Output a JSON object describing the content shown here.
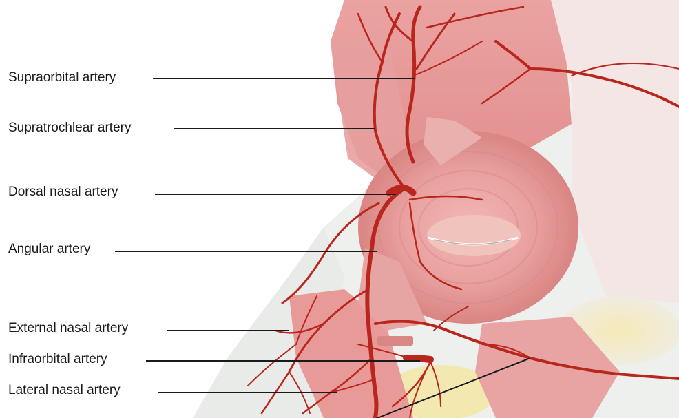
{
  "labels": {
    "supraorbital": "Supraorbital artery",
    "supratrochlear": "Supratrochlear artery",
    "dorsal_nasal": "Dorsal nasal artery",
    "angular": "Angular artery",
    "external_nasal": "External nasal artery",
    "infraorbital": "Infraorbital artery",
    "lateral_nasal": "Lateral nasal artery"
  },
  "colors": {
    "artery": "#b8261e",
    "muscle": "#e89a98",
    "muscle_light": "#f4c6c4",
    "skin": "#eef0ee",
    "fat": "#f2e8b0",
    "leader_line": "#1a1a1a"
  }
}
